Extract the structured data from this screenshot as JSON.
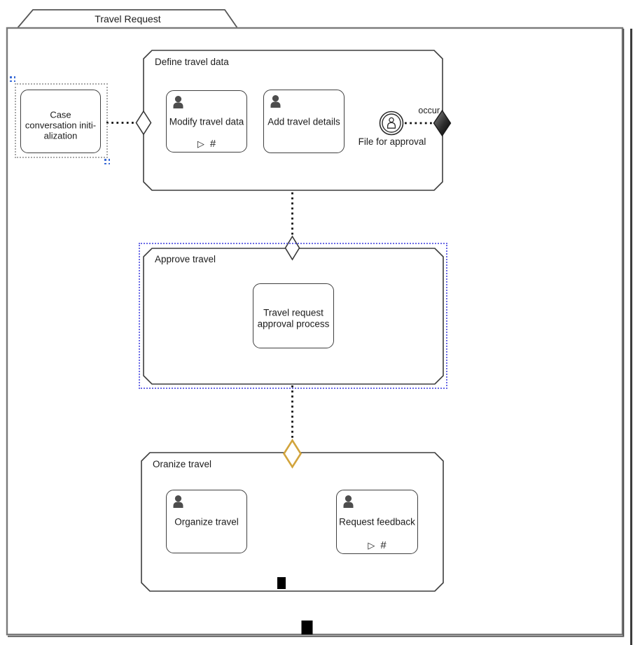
{
  "diagram": {
    "title": "Travel Request",
    "case_task": {
      "label": "Case\nconversation initi-\nalization"
    },
    "stages": [
      {
        "label": "Define travel data",
        "tasks": [
          {
            "label": "Modify travel data"
          },
          {
            "label": "Add travel details"
          }
        ],
        "event": {
          "label": "File for approval"
        },
        "exit_connector_label": "occur"
      },
      {
        "label": "Approve travel",
        "tasks": [
          {
            "label": "Travel request\napproval process"
          }
        ]
      },
      {
        "label": "Oranize travel",
        "tasks": [
          {
            "label": "Organize travel"
          },
          {
            "label": "Request feedback"
          }
        ]
      }
    ],
    "icons": {
      "process_task": "chevron-arrow",
      "user_task": "person",
      "user_event_listener": "person-outline",
      "manual_activation": "▷",
      "repetition": "#",
      "autocomplete": "black-square"
    },
    "colors": {
      "selection_blue": "#6a6ae6",
      "handle_blue": "#3a6bd6",
      "entry_diamond_gold": "#d2a43c",
      "exit_diamond_dark": "#2f2f2f",
      "shape_stroke": "#404040"
    }
  }
}
